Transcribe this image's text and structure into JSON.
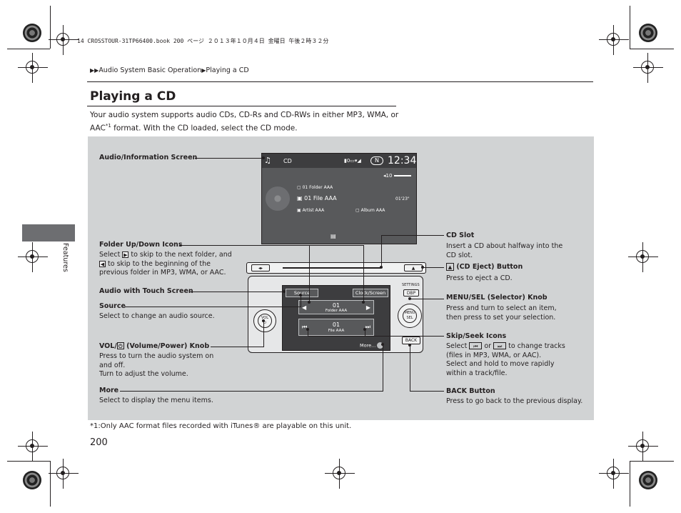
{
  "print_header": "14 CROSSTOUR-31TP66400.book  200 ページ  ２０１３年１０月４日  金曜日  午後２時３２分",
  "breadcrumb": {
    "arrows": "▶▶",
    "parent": "Audio System Basic Operation",
    "sep": "▶",
    "current": "Playing a CD"
  },
  "title": "Playing a CD",
  "intro": {
    "line1": "Your audio system supports audio CDs, CD-Rs and CD-RWs in either MP3, WMA, or",
    "aac": "AAC",
    "sup": "*1",
    "line2_rest": " format. With the CD loaded, select the CD mode."
  },
  "side_label": "Features",
  "screen": {
    "source": "CD",
    "clock": "12:34",
    "volume": "10",
    "folder": "01  Folder AAA",
    "file": "01 File AAA",
    "time": "01'23\"",
    "artist": "Artist AAA",
    "album": "Album AAA"
  },
  "unit": {
    "source_btn": "Source",
    "clock_btn": "Clock/Screen",
    "folder_num": "01",
    "folder_name": "Folder AAA",
    "file_num": "01",
    "file_name": "File AAA",
    "more": "More...",
    "settings": "SETTINGS",
    "dbp": "DBP",
    "menu1": "MENU",
    "menu2": "SEL",
    "back": "BACK",
    "vol1": "VOL",
    "vol2": "⏻"
  },
  "labels": {
    "audio_screen": "Audio/Information Screen",
    "folder_icons_title": "Folder Up/Down Icons",
    "folder_icons_l1a": "Select",
    "folder_icons_l1b": "to skip to the next folder, and",
    "folder_icons_l2": "to skip to the beginning of the",
    "folder_icons_l3": "previous folder in MP3, WMA, or AAC.",
    "touch_screen": "Audio with Touch Screen",
    "source_title": "Source",
    "source_text": "Select to change an audio source.",
    "vol_title_a": "VOL/",
    "vol_title_b": "(Volume/Power) Knob",
    "vol_text1": "Press to turn the audio system on",
    "vol_text2": "and off.",
    "vol_text3": "Turn to adjust the volume.",
    "more_title": "More",
    "more_text": "Select to display the menu items.",
    "cd_slot_title": "CD Slot",
    "cd_slot_text1": "Insert a CD about halfway into the",
    "cd_slot_text2": "CD slot.",
    "eject_title": "(CD Eject) Button",
    "eject_text": "Press to eject a CD.",
    "menu_title": "MENU/SEL (Selector) Knob",
    "menu_text1": "Press and turn to select an item,",
    "menu_text2": "then press to set your selection.",
    "skip_title": "Skip/Seek Icons",
    "skip_text1a": "Select",
    "skip_text1b": "or",
    "skip_text1c": "to change tracks",
    "skip_text2": "(files in MP3, WMA, or AAC).",
    "skip_text3": "Select and hold to move rapidly",
    "skip_text4": "within a track/file.",
    "back_title": "BACK Button",
    "back_text": "Press to go back to the previous display."
  },
  "footnote": "*1:Only AAC format files recorded with iTunes® are playable on this unit.",
  "page_number": "200"
}
